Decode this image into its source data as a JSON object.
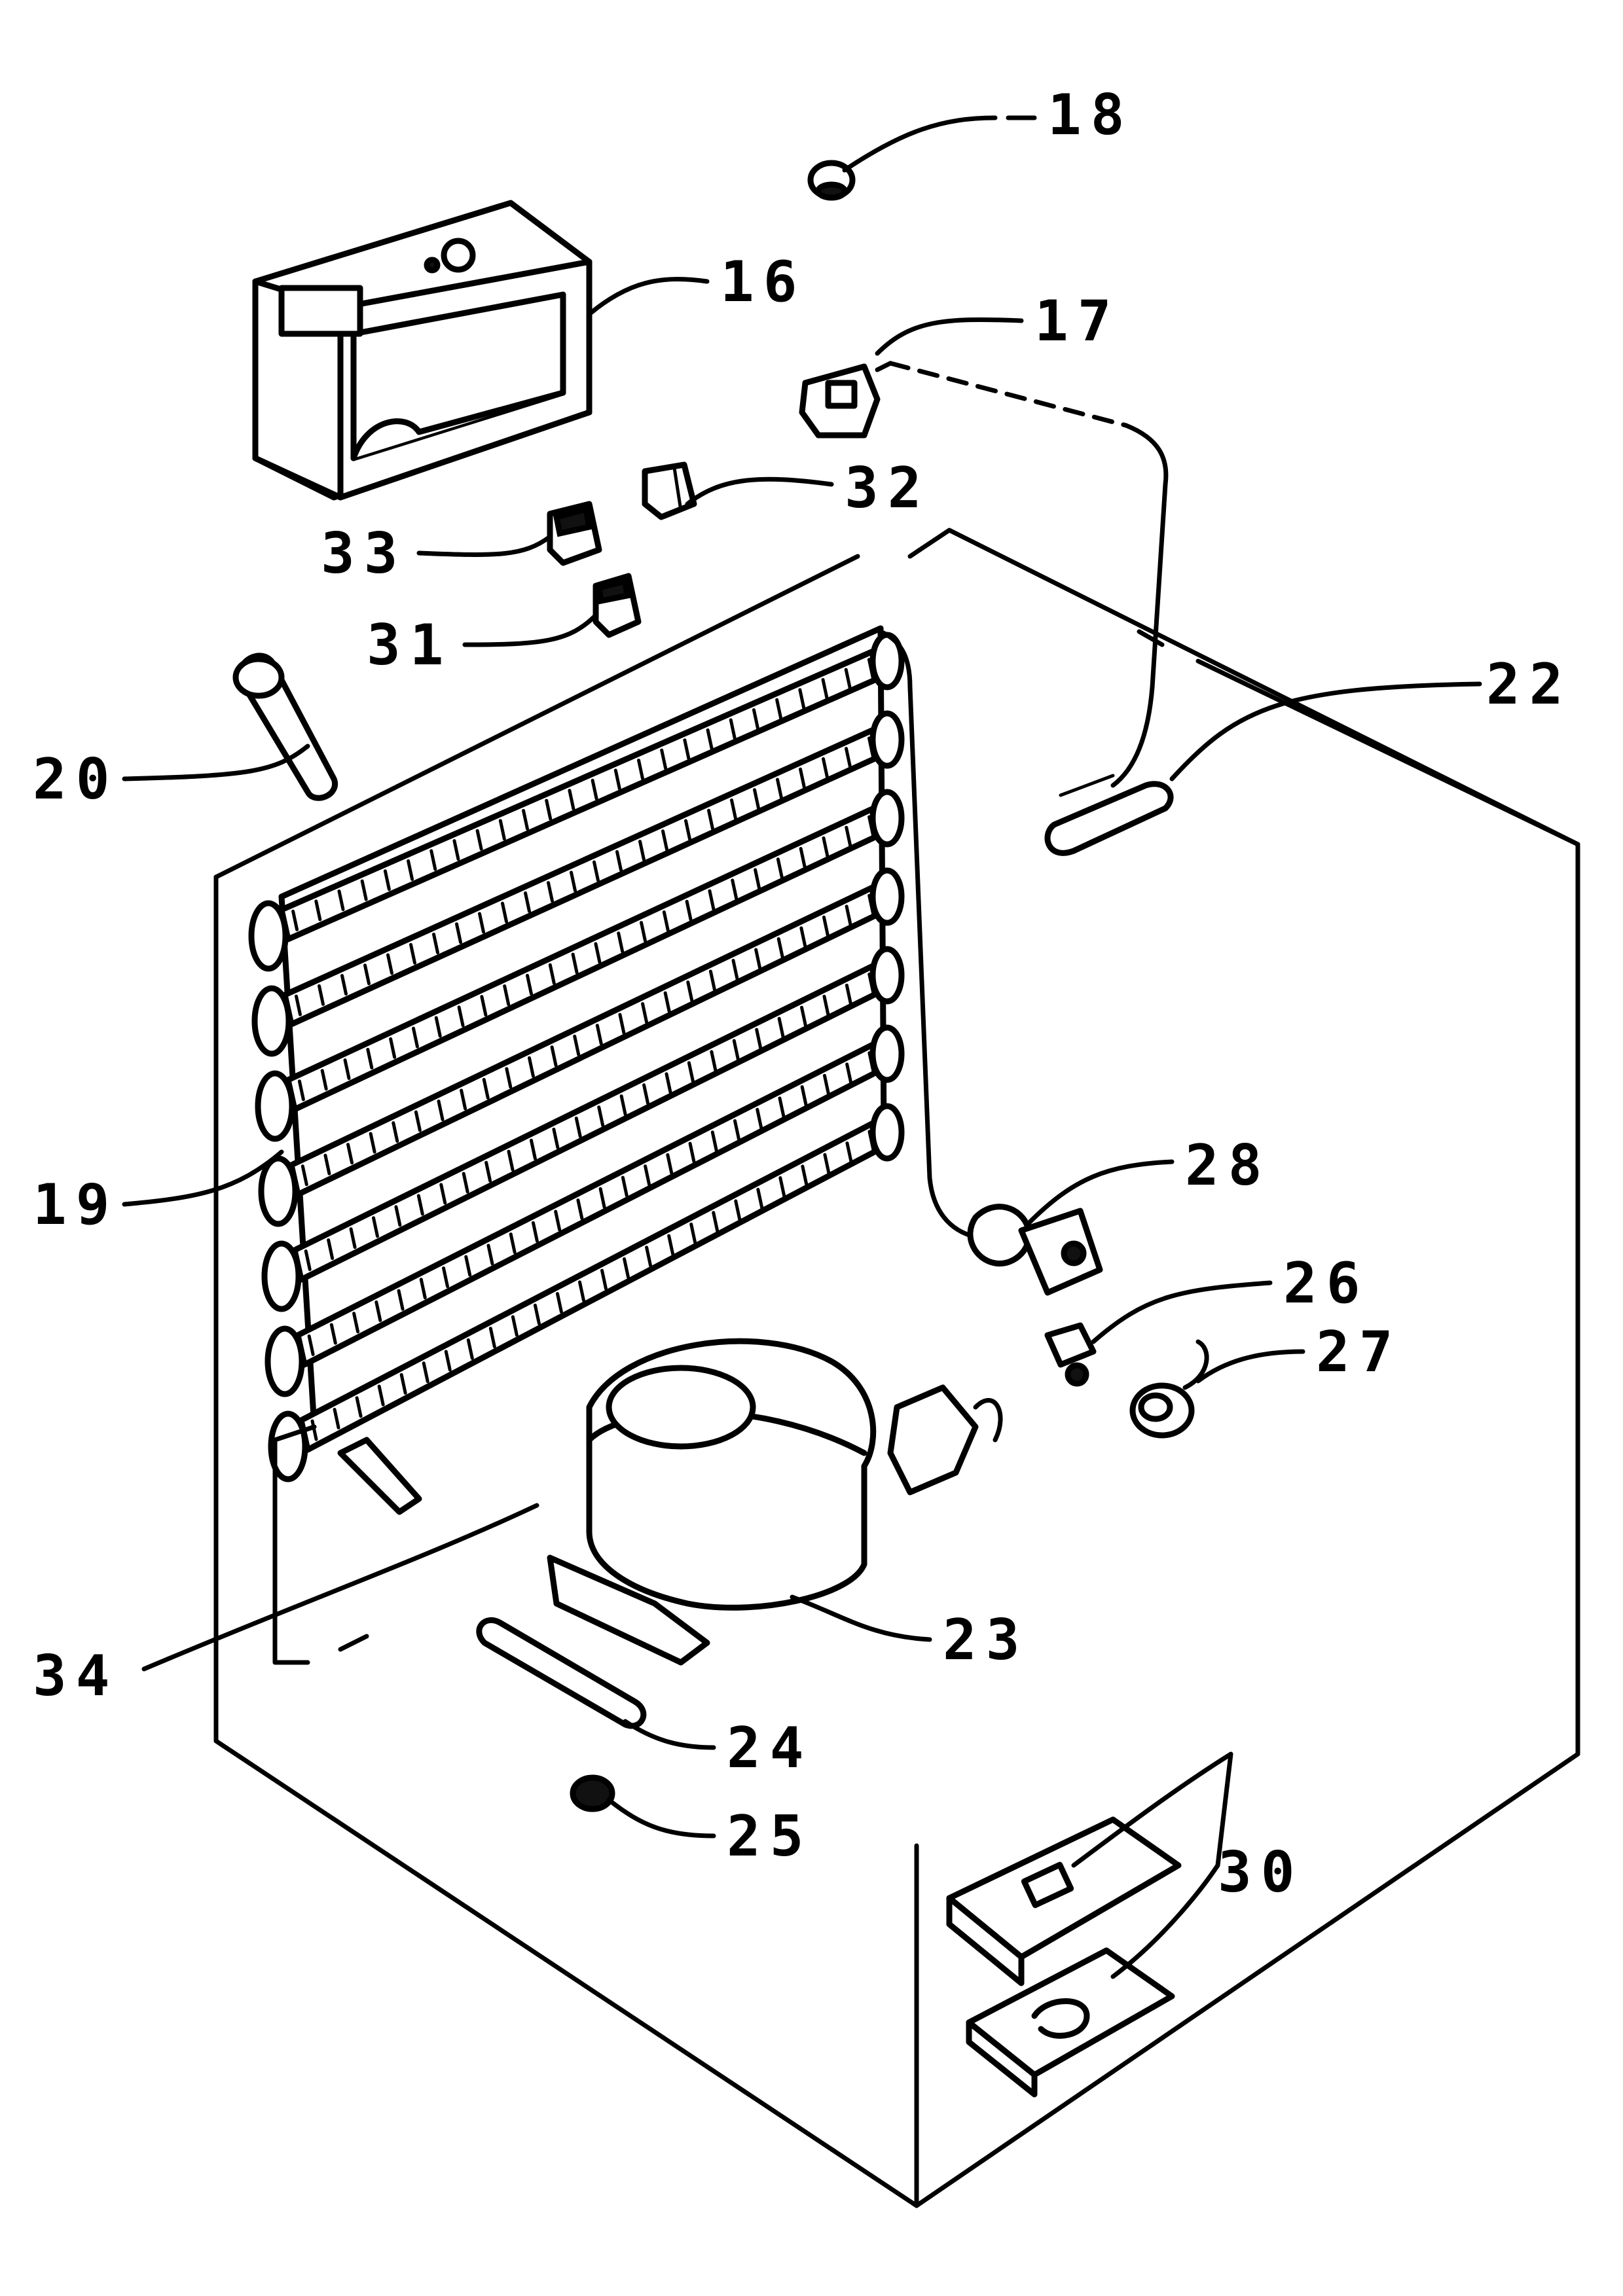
{
  "labels": {
    "l16": "16",
    "l17": "17",
    "l18": "18",
    "l19": "19",
    "l20": "20",
    "l22": "22",
    "l23": "23",
    "l24": "24",
    "l25": "25",
    "l26": "26",
    "l27": "27",
    "l28": "28",
    "l30": "30",
    "l31": "31",
    "l32": "32",
    "l33": "33",
    "l34": "34"
  },
  "colors": {
    "ink": "#000000",
    "paper": "#ffffff"
  }
}
